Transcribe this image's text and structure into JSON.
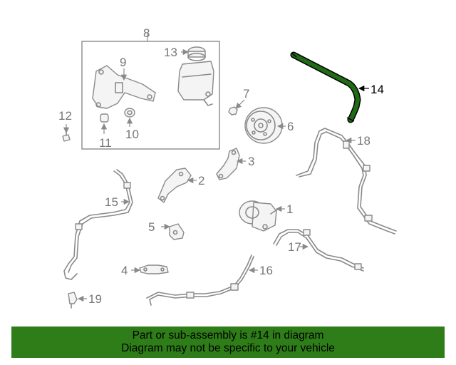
{
  "colors": {
    "highlight": "#1f6b16",
    "part_line": "#8a8a8a",
    "footer_bg": "#2e7d18"
  },
  "callouts": {
    "c1": "1",
    "c2": "2",
    "c3": "3",
    "c4": "4",
    "c5": "5",
    "c6": "6",
    "c7": "7",
    "c8": "8",
    "c9": "9",
    "c10": "10",
    "c11": "11",
    "c12": "12",
    "c13": "13",
    "c14": "14",
    "c15": "15",
    "c16": "16",
    "c17": "17",
    "c18": "18",
    "c19": "19"
  },
  "footer": {
    "line1": "Part or sub-assembly is #14 in diagram",
    "line2": "Diagram may not be specific to your vehicle"
  }
}
